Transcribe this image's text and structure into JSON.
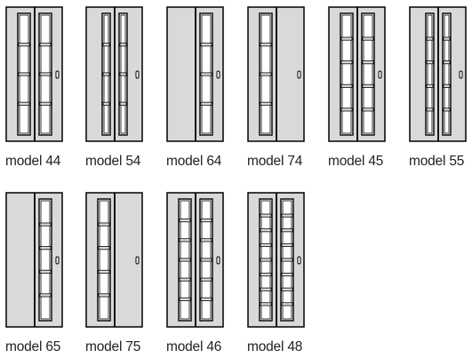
{
  "catalog": {
    "colors": {
      "panel_fill": "#d9d9d9",
      "outline": "#000000",
      "glass": "#ffffff",
      "label_text": "#222222"
    },
    "models": [
      {
        "name": "model 44",
        "leaves": "double",
        "glazed_leaves": "both",
        "pane_style": "wide",
        "panes": 4,
        "column": "single",
        "handle": "right"
      },
      {
        "name": "model 54",
        "leaves": "double",
        "glazed_leaves": "both",
        "pane_style": "narrow",
        "panes": 4,
        "column": "single",
        "handle": "right"
      },
      {
        "name": "model 64",
        "leaves": "double",
        "glazed_leaves": "right",
        "pane_style": "wide",
        "panes": 4,
        "column": "single",
        "handle": "right"
      },
      {
        "name": "model 74",
        "leaves": "double",
        "glazed_leaves": "left",
        "pane_style": "wide",
        "panes": 4,
        "column": "single",
        "handle": "right"
      },
      {
        "name": "model 45",
        "leaves": "double",
        "glazed_leaves": "both",
        "pane_style": "wide",
        "panes": 5,
        "column": "single",
        "handle": "right"
      },
      {
        "name": "model 55",
        "leaves": "double",
        "glazed_leaves": "both",
        "pane_style": "narrow",
        "panes": 5,
        "column": "single",
        "handle": "right"
      },
      {
        "name": "model 65",
        "leaves": "double",
        "glazed_leaves": "right",
        "pane_style": "wide",
        "panes": 5,
        "column": "single",
        "handle": "right"
      },
      {
        "name": "model 75",
        "leaves": "double",
        "glazed_leaves": "left",
        "pane_style": "wide",
        "panes": 5,
        "column": "single",
        "handle": "right"
      },
      {
        "name": "model 46",
        "leaves": "double",
        "glazed_leaves": "both",
        "pane_style": "wide",
        "panes": 6,
        "column": "single",
        "handle": "right"
      },
      {
        "name": "model 48",
        "leaves": "double",
        "glazed_leaves": "both",
        "pane_style": "wide",
        "panes": 8,
        "column": "single",
        "handle": "right"
      }
    ]
  }
}
